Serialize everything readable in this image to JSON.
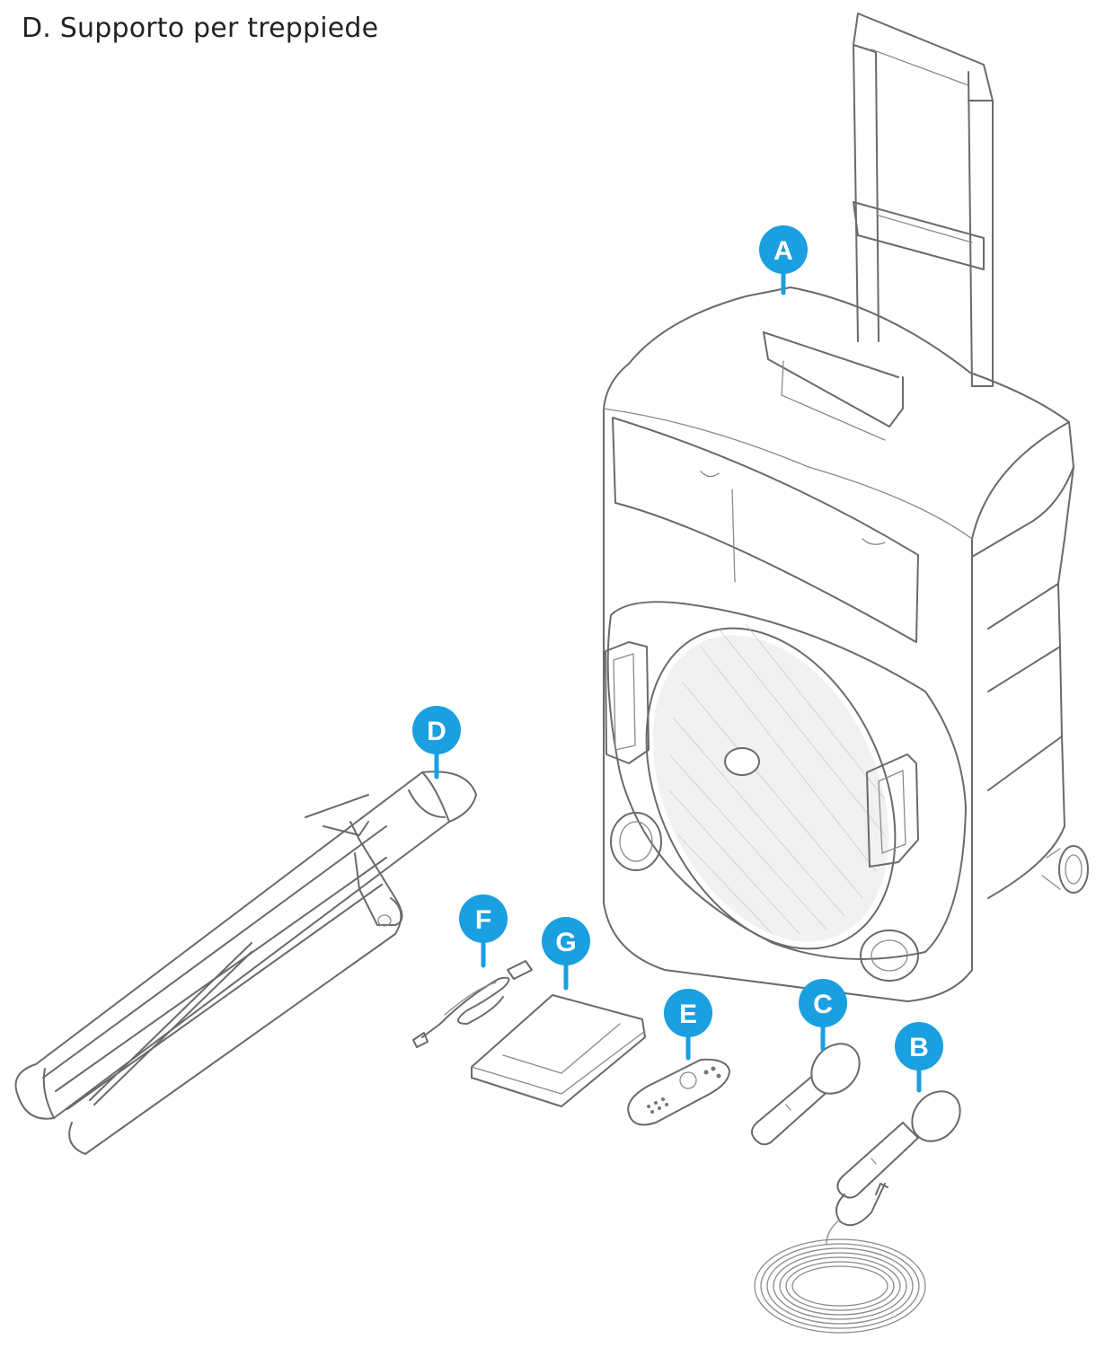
{
  "caption": "D. Supporto per treppiede",
  "accent_color": "#1a9fe0",
  "callouts": [
    {
      "letter": "A",
      "part": "speaker-trolley"
    },
    {
      "letter": "B",
      "part": "wired-microphone"
    },
    {
      "letter": "C",
      "part": "wireless-microphone"
    },
    {
      "letter": "D",
      "part": "tripod-stand"
    },
    {
      "letter": "E",
      "part": "remote-control"
    },
    {
      "letter": "F",
      "part": "charging-cable"
    },
    {
      "letter": "G",
      "part": "user-manual"
    }
  ]
}
